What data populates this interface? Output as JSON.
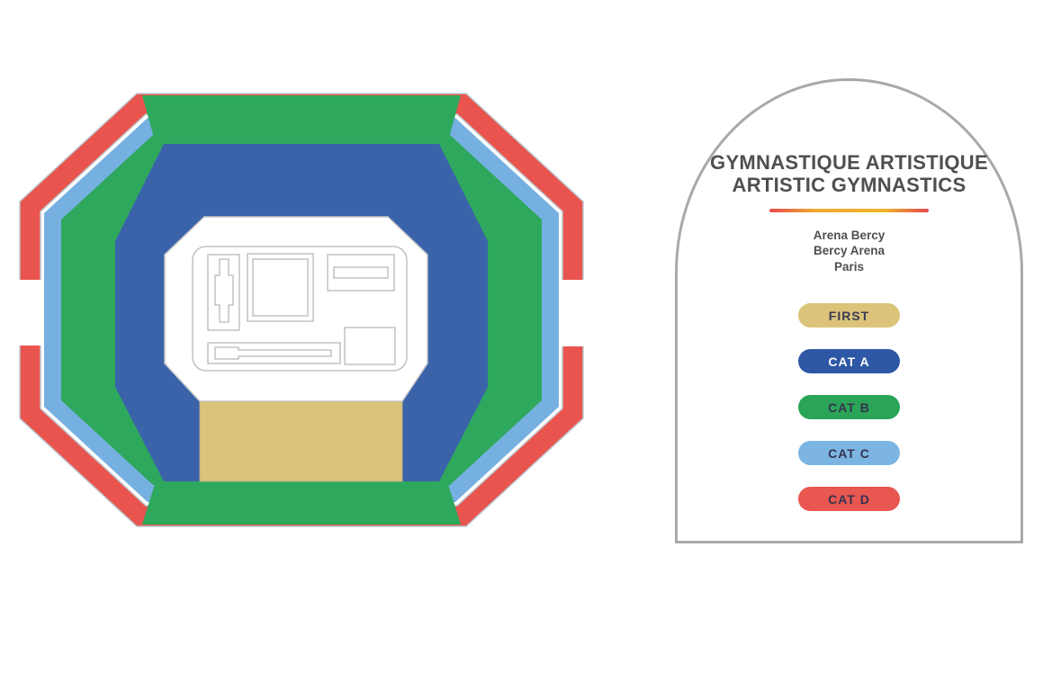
{
  "map": {
    "colors": {
      "cat_d": "#e9544f",
      "cat_c": "#76b0e1",
      "cat_b": "#2ea85d",
      "cat_a": "#3a63aa",
      "first": "#dbc379",
      "field": "#ffffff"
    }
  },
  "card": {
    "border_color": "#a9a9a9",
    "title_line1": "GYMNASTIQUE ARTISTIQUE",
    "title_line2": "ARTISTIC GYMNASTICS",
    "divider_colors": [
      "#e8474b",
      "#efb42c",
      "#e8474b"
    ],
    "venue": {
      "line1": "Arena Bercy",
      "line2": "Bercy Arena",
      "line3": "Paris"
    },
    "legend": [
      {
        "id": "first",
        "label": "FIRST",
        "color": "#dbc379",
        "text_color": "#3b3b55"
      },
      {
        "id": "cat-a",
        "label": "CAT A",
        "color": "#2e57a6",
        "text_color": "#ffffff"
      },
      {
        "id": "cat-b",
        "label": "CAT B",
        "color": "#2aa457",
        "text_color": "#333350"
      },
      {
        "id": "cat-c",
        "label": "CAT C",
        "color": "#7db5e2",
        "text_color": "#333350"
      },
      {
        "id": "cat-d",
        "label": "CAT D",
        "color": "#e85750",
        "text_color": "#333350"
      }
    ]
  }
}
